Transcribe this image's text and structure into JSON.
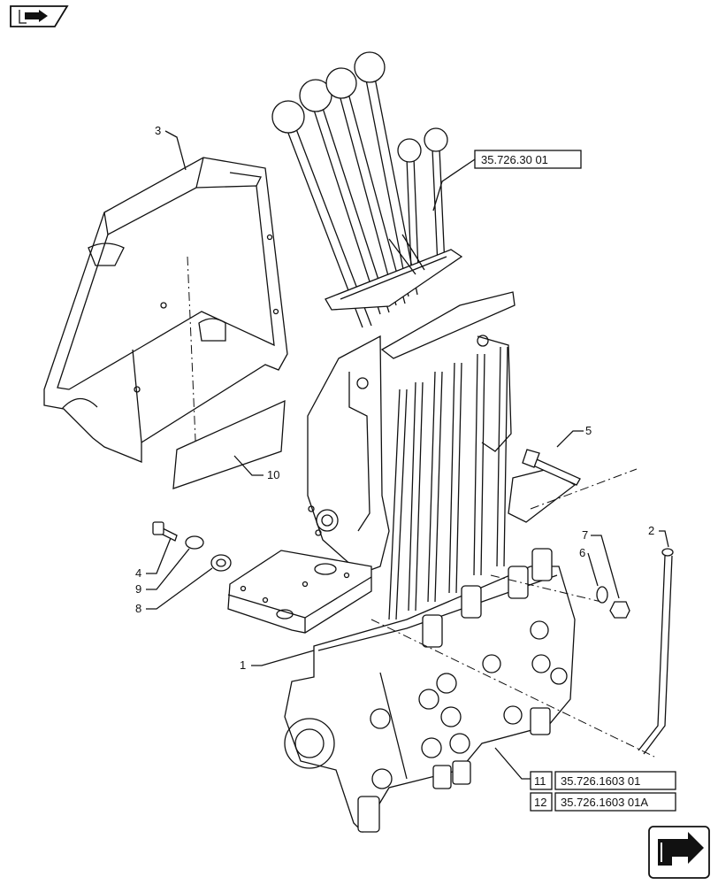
{
  "callouts": {
    "c1": "1",
    "c2": "2",
    "c3": "3",
    "c4": "4",
    "c5": "5",
    "c6": "6",
    "c7": "7",
    "c8": "8",
    "c9": "9",
    "c10": "10",
    "c11": "11",
    "c12": "12"
  },
  "refs": {
    "joystick_ref": "35.726.30 01",
    "ref11": "35.726.1603 01",
    "ref12": "35.726.1603 01A"
  },
  "icons": {
    "top_left": "book-arrow-icon",
    "bottom_right": "next-page-arrow-icon"
  }
}
